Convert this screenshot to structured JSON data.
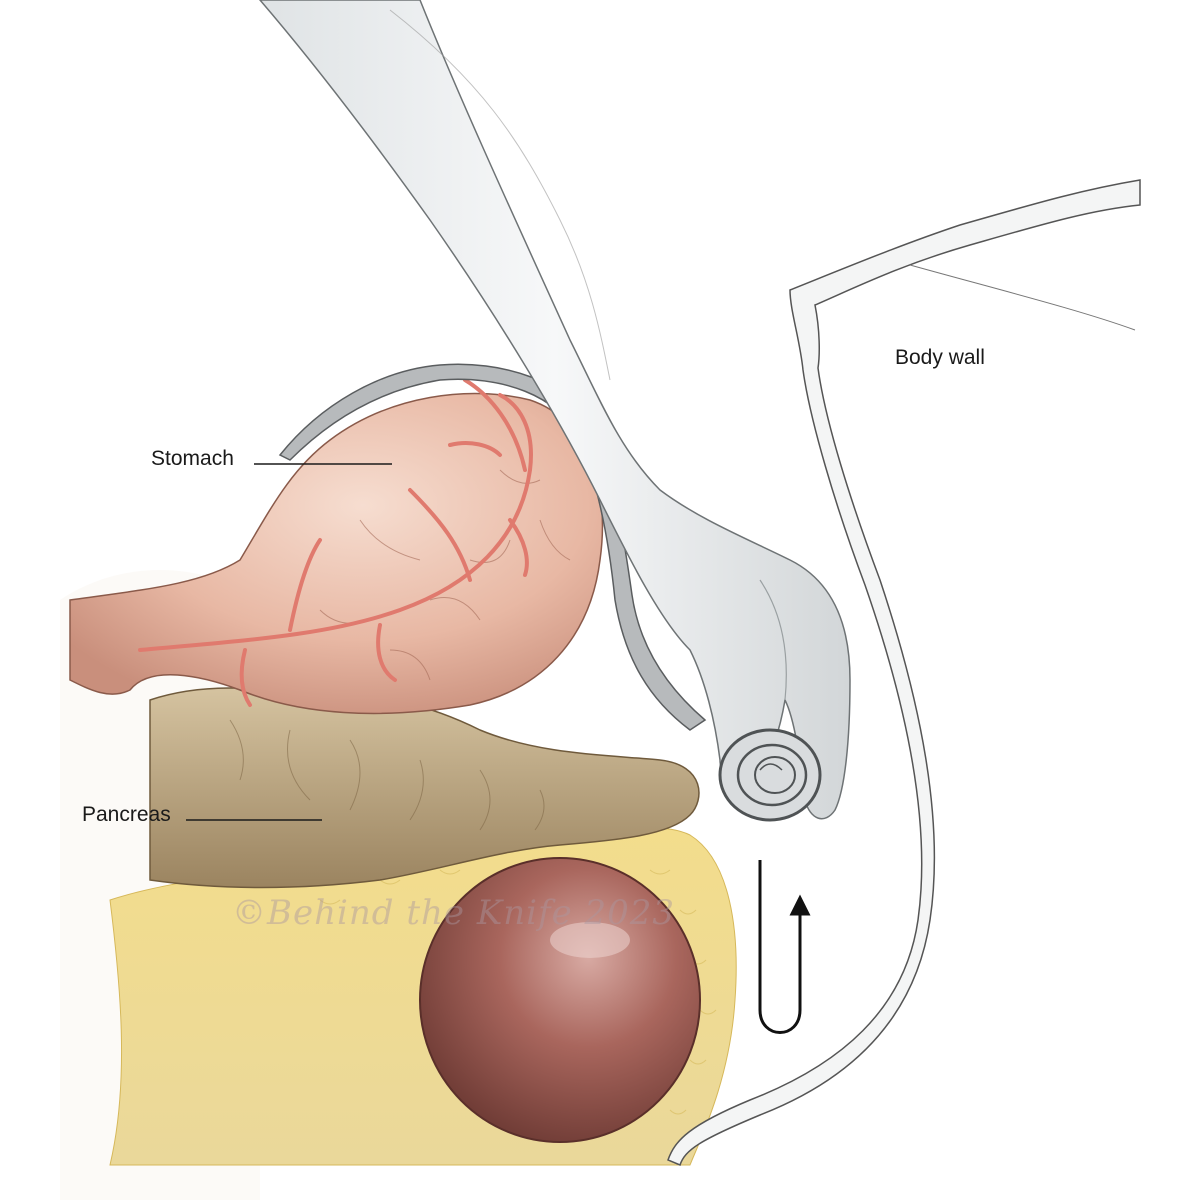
{
  "labels": {
    "stomach": "Stomach",
    "pancreas": "Pancreas",
    "body_wall": "Body wall"
  },
  "watermark": "©Behind the Knife 2023",
  "colors": {
    "stomach": "#e8b8a4",
    "stomach_vessel": "#e07a6e",
    "pancreas": "#b9a07a",
    "fat": "#f1d98a",
    "cyst": "#9a5a52",
    "glove": "#eef0f1",
    "drape": "#8f9294",
    "outline": "#444444"
  },
  "icons": {
    "rotation_arrow": "curved-up-arrow-icon",
    "rolled_drape": "rolled-sponge-icon"
  }
}
